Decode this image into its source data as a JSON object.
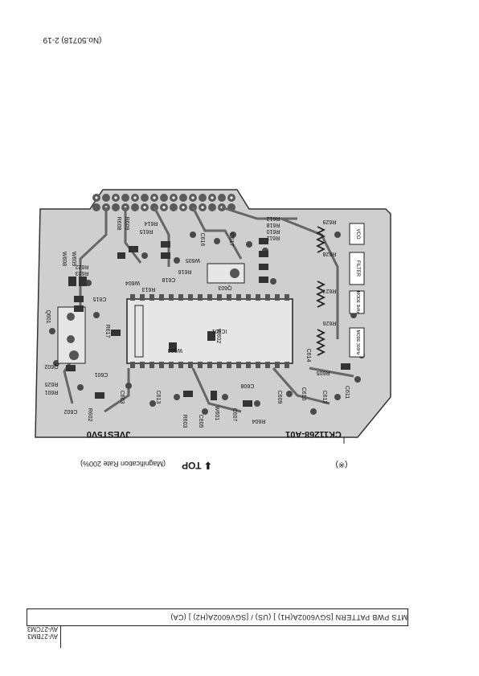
{
  "page": {
    "number": "(No.50718) 2-19",
    "top_label": "TOP",
    "magnification": "(Magnification Rate 200%)",
    "marker": "(※)"
  },
  "footer": {
    "title": "MTS PWB PATTERN  [SGV6002A(H1) ] (US) / [SGV6002A(H2) ] (CA)",
    "models": [
      "AV-27BM3",
      "AV-27CM3"
    ]
  },
  "board": {
    "id": "CK11268-A01",
    "maker": "JVEST5V0",
    "ic": "IC601",
    "test_boxes": [
      "VCO",
      "FILTER",
      "MODE 3kHz",
      "MODE 300Hz"
    ],
    "resistor_labels": [
      "R629",
      "R628",
      "R627",
      "R626",
      "R605"
    ],
    "top_labels": [
      "R612",
      "R618",
      "R610",
      "R611",
      "R614",
      "R615",
      "R609",
      "R608",
      "R616",
      "R613",
      "W606",
      "W605"
    ],
    "left_labels": [
      "W608",
      "W609",
      "R622",
      "R623",
      "R621",
      "R620",
      "W604",
      "C615",
      "Q601",
      "Q602",
      "R625",
      "R601",
      "R617",
      "C601",
      "C602",
      "R602"
    ],
    "bottom_labels": [
      "C603",
      "C613",
      "W601",
      "C605",
      "R603",
      "R604",
      "C608",
      "C609",
      "C610",
      "C612",
      "C611",
      "C607",
      "C614",
      "W602",
      "W603",
      "C616",
      "C617",
      "C618",
      "Q603"
    ]
  }
}
